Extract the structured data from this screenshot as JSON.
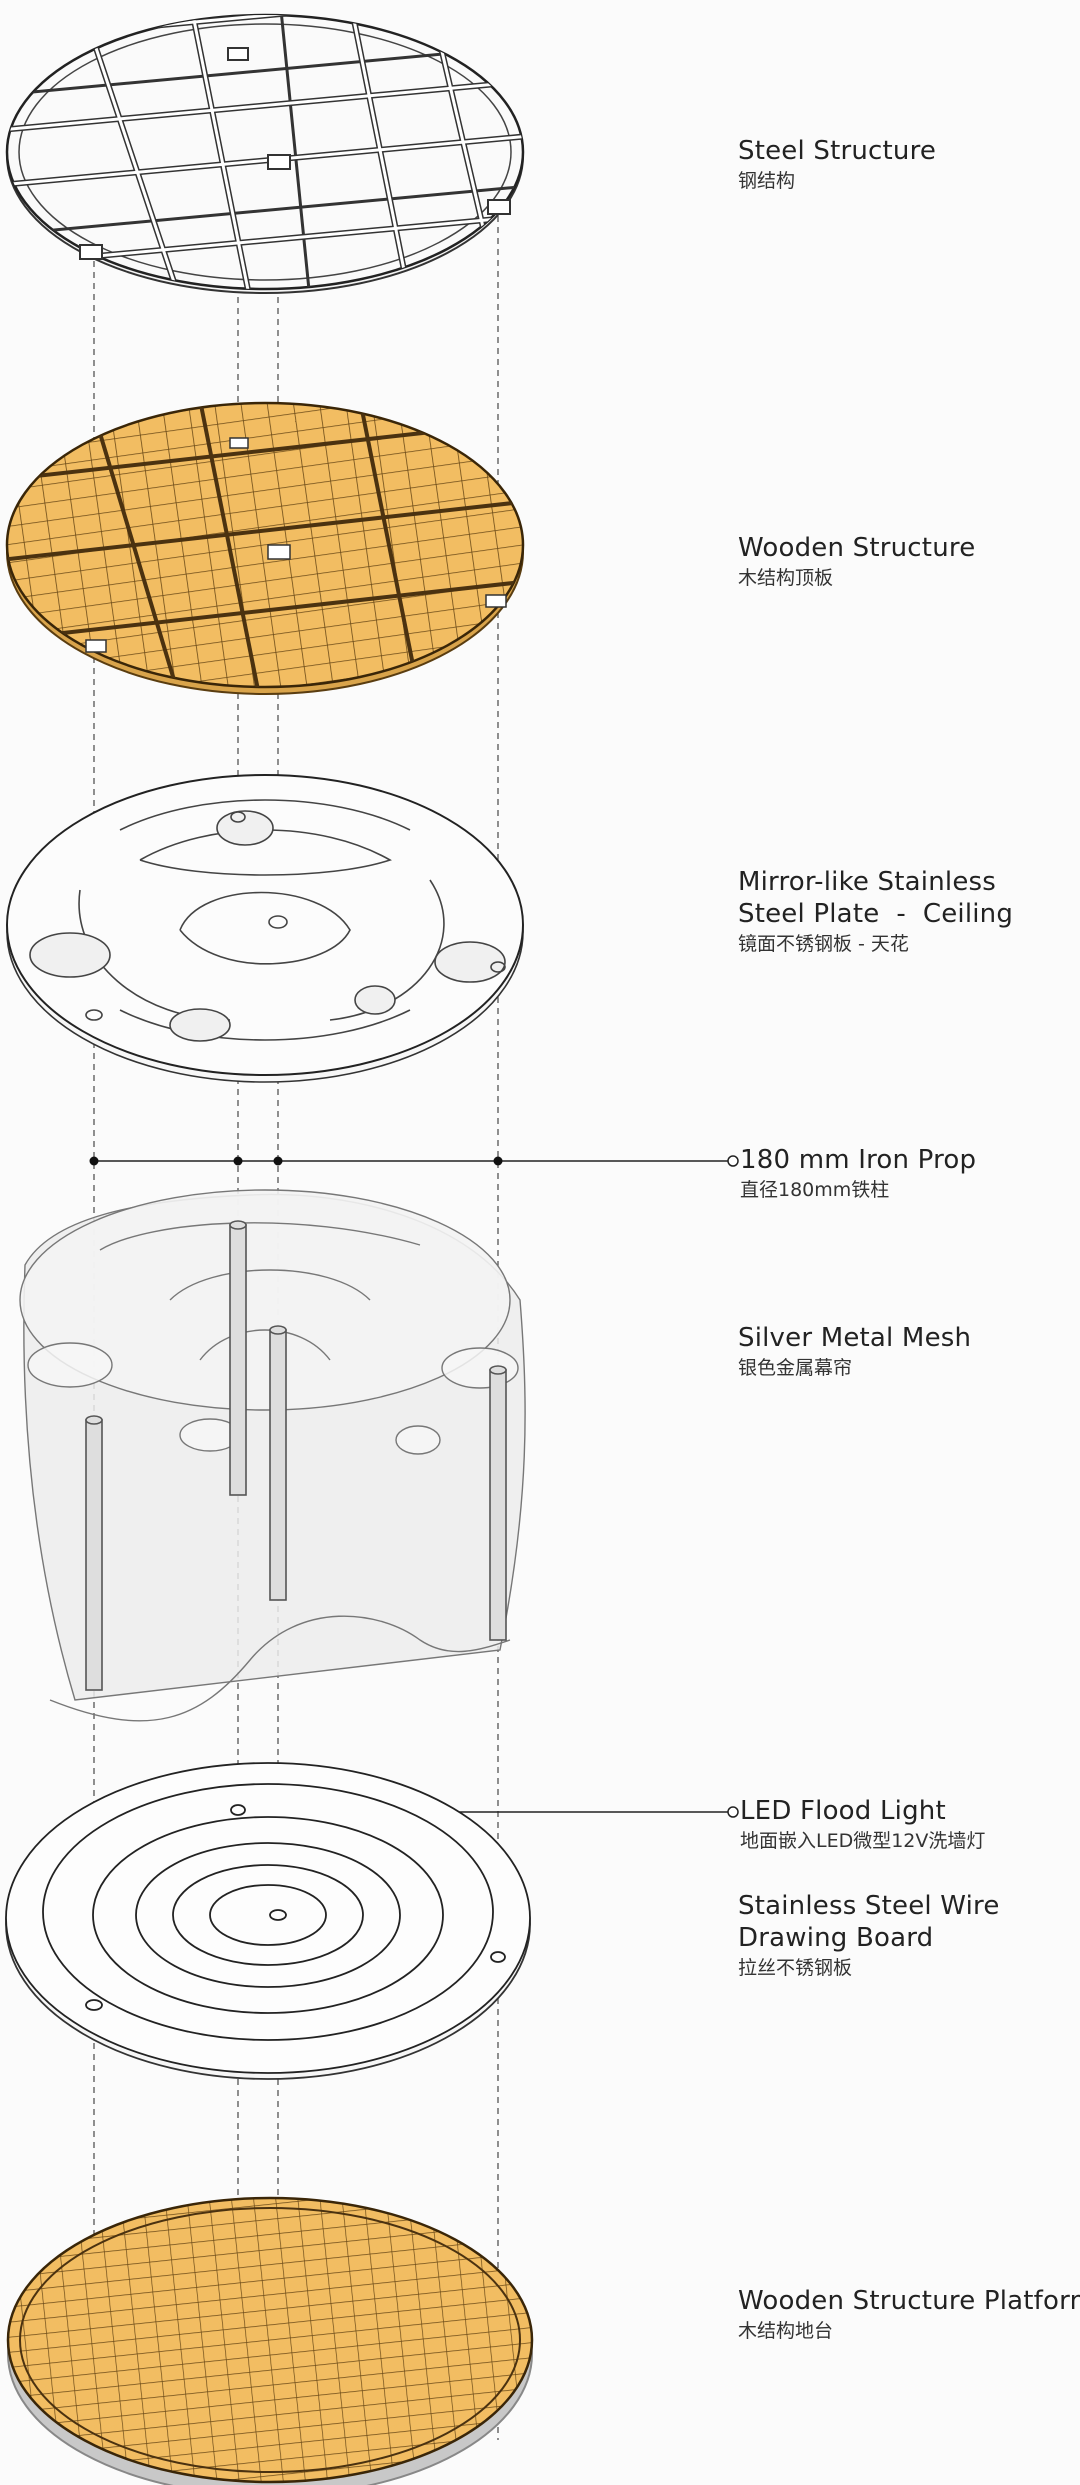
{
  "layers": [
    {
      "id": "steel-structure",
      "en_lines": [
        "Steel Structure"
      ],
      "zh": "钢结构"
    },
    {
      "id": "wooden-structure",
      "en_lines": [
        "Wooden Structure"
      ],
      "zh": "木结构顶板"
    },
    {
      "id": "mirror-plate",
      "en_lines": [
        "Mirror-like Stainless",
        "Steel Plate  -  Ceiling"
      ],
      "zh": "镜面不锈钢板 - 天花"
    },
    {
      "id": "iron-prop",
      "en_lines": [
        "180 mm Iron Prop"
      ],
      "zh": "直径180mm铁柱"
    },
    {
      "id": "metal-mesh",
      "en_lines": [
        "Silver Metal Mesh"
      ],
      "zh": "银色金属幕帘"
    },
    {
      "id": "led-flood",
      "en_lines": [
        "LED Flood Light"
      ],
      "zh": "地面嵌入LED微型12V洗墙灯"
    },
    {
      "id": "wire-board",
      "en_lines": [
        "Stainless Steel Wire",
        "Drawing Board"
      ],
      "zh": "拉丝不锈钢板"
    },
    {
      "id": "wood-platform",
      "en_lines": [
        "Wooden Structure Platform"
      ],
      "zh": "木结构地台"
    }
  ],
  "colors": {
    "wood": "#f2bd62",
    "wood_edge": "#c9923a",
    "line": "#333333",
    "mesh": "#e6e6e6",
    "guide": "#555555"
  }
}
